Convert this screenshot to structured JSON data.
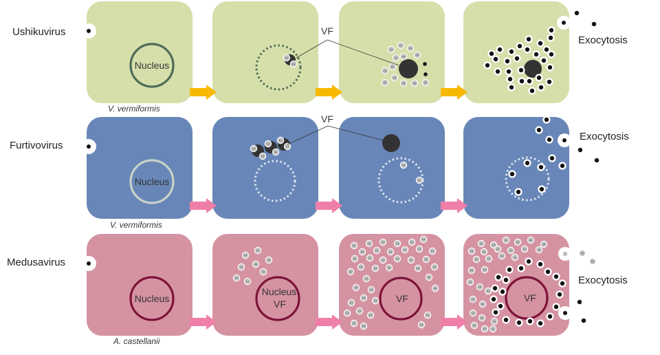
{
  "rows": [
    {
      "virus": "Ushikuvirus",
      "host": "V. vermiformis",
      "cell_color": "#d6dfaa",
      "arrow_color": "#f7b900",
      "nucleus_label": "Nucleus",
      "vf_label": "VF",
      "exit_label": "Exocytosis"
    },
    {
      "virus": "Furtivovirus",
      "host": "V. vermiformis",
      "cell_color": "#6887b8",
      "arrow_color": "#ef7fa8",
      "nucleus_label": "Nucleus",
      "vf_label": "VF",
      "exit_label": "Exocytosis"
    },
    {
      "virus": "Medusavirus",
      "host": "A. castellanii",
      "cell_color": "#d593a2",
      "arrow_color": "#ef7fa8",
      "nucleus_label": "Nucleus",
      "nucleus_vf_labels": [
        "Nucleus",
        "VF"
      ],
      "vf_label": "VF",
      "exit_label": "Exocytosis"
    }
  ]
}
